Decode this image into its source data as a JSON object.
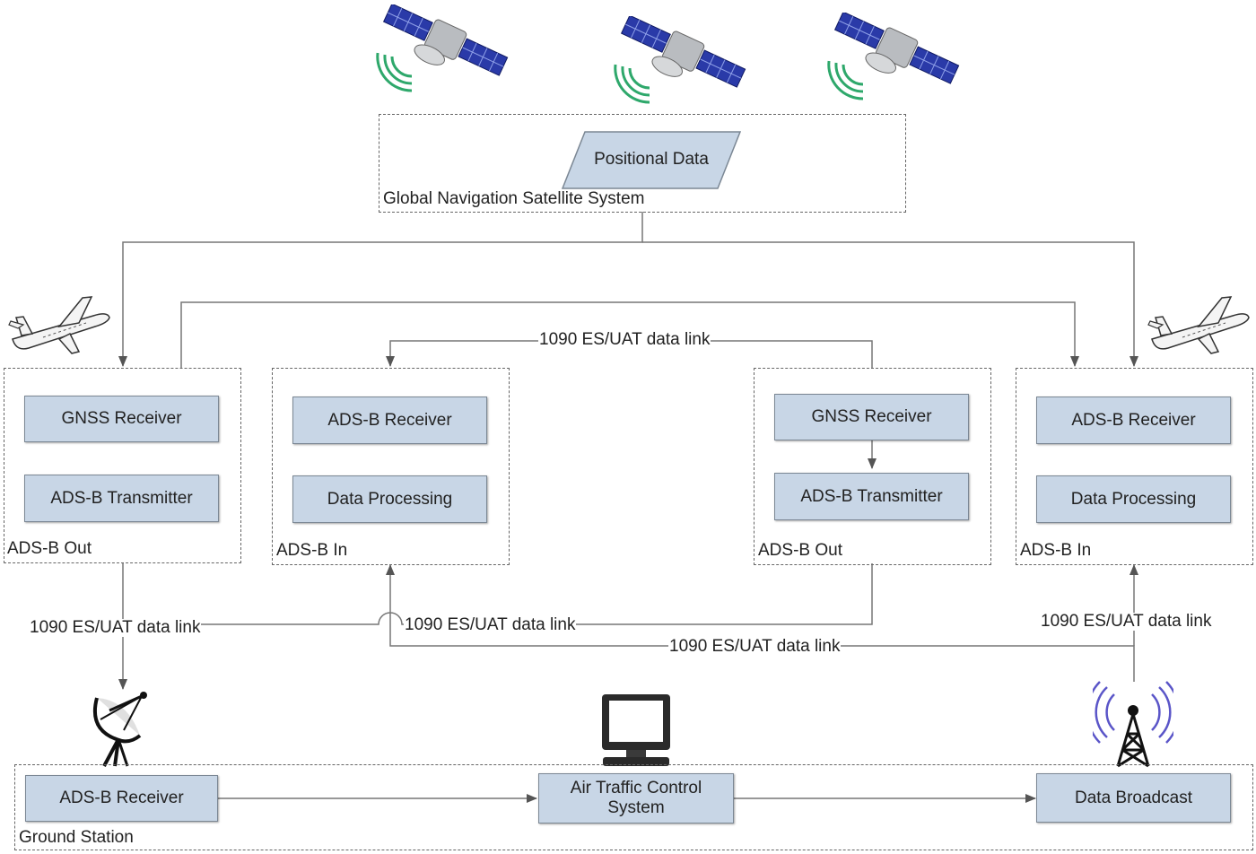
{
  "gnss": {
    "title": "Global Navigation Satellite System",
    "positional_data": "Positional Data"
  },
  "aircraft_left": {
    "out_box": {
      "caption": "ADS-B Out",
      "gnss_receiver": "GNSS Receiver",
      "transmitter": "ADS-B Transmitter"
    },
    "in_box": {
      "caption": "ADS-B In",
      "receiver": "ADS-B Receiver",
      "processing": "Data Processing"
    }
  },
  "aircraft_right": {
    "out_box": {
      "caption": "ADS-B Out",
      "gnss_receiver": "GNSS Receiver",
      "transmitter": "ADS-B Transmitter"
    },
    "in_box": {
      "caption": "ADS-B In",
      "receiver": "ADS-B Receiver",
      "processing": "Data Processing"
    }
  },
  "links": {
    "top": "1090 ES/UAT data link",
    "left_down": "1090 ES/UAT data link",
    "middle": "1090 ES/UAT data link",
    "bottom": "1090 ES/UAT data link",
    "right_up": "1090 ES/UAT data link"
  },
  "ground_station": {
    "caption": "Ground Station",
    "receiver": "ADS-B Receiver",
    "atc_line1": "Air Traffic Control",
    "atc_line2": "System",
    "broadcast": "Data Broadcast"
  },
  "icons": [
    "satellite-icon",
    "airplane-icon",
    "satellite-dish-icon",
    "computer-monitor-icon",
    "radio-tower-icon"
  ],
  "colors": {
    "block_fill": "#c8d6e6",
    "block_border": "#7b8794",
    "signal_green": "#2ea86b",
    "signal_purple": "#5a55c8",
    "solar_panel": "#2a3aa8"
  }
}
